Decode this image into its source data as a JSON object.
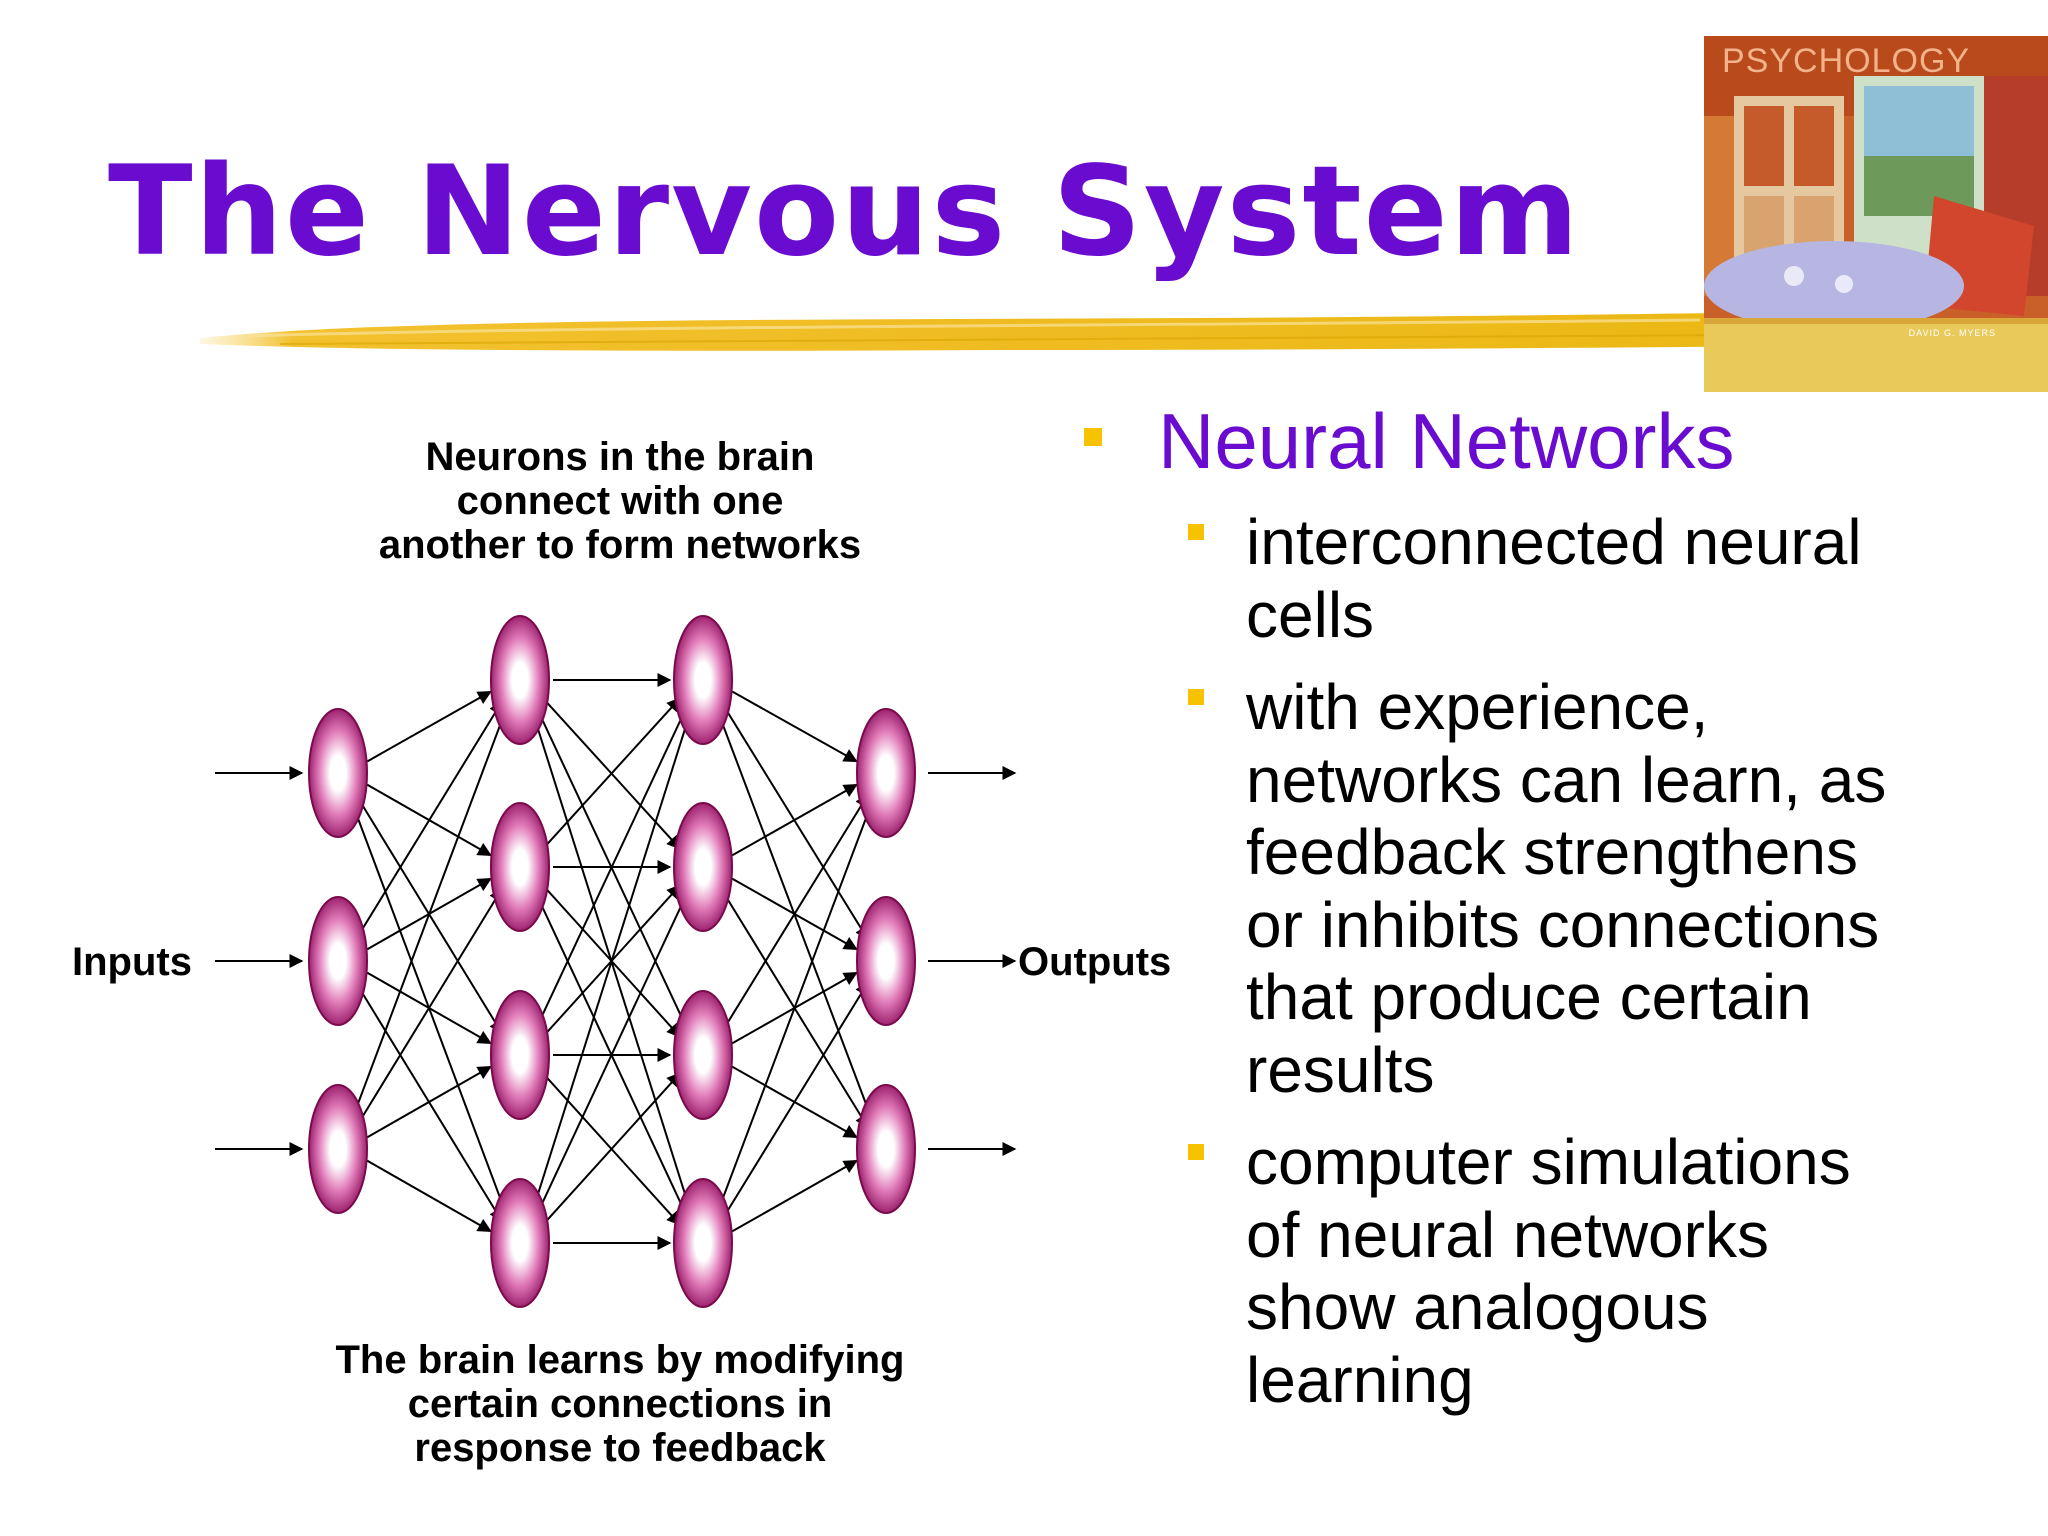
{
  "slide": {
    "title": "The Nervous System"
  },
  "book_cover": {
    "title": "PSYCHOLOGY",
    "author": "DAVID G. MYERS"
  },
  "diagram": {
    "caption_top": [
      "Neurons in the brain",
      "connect with one",
      "another to form networks"
    ],
    "caption_bottom": [
      "The brain learns by modifying",
      "certain connections in",
      "response to feedback"
    ],
    "inputs_label": "Inputs",
    "outputs_label": "Outputs"
  },
  "bullets": {
    "heading": "Neural Networks",
    "items": [
      {
        "lines": [
          "interconnected neural",
          "cells"
        ]
      },
      {
        "lines": [
          "with experience,",
          "networks can learn, as",
          "feedback strengthens",
          "or inhibits connections",
          "that produce certain",
          "results"
        ]
      },
      {
        "lines": [
          "computer simulations",
          "of neural networks",
          "show analogous",
          "learning"
        ]
      }
    ]
  },
  "colors": {
    "title": "#6a0bd0",
    "bullet_marker": "#f7c300",
    "neuron": "#a0106a",
    "brush": "#f2c12e"
  }
}
